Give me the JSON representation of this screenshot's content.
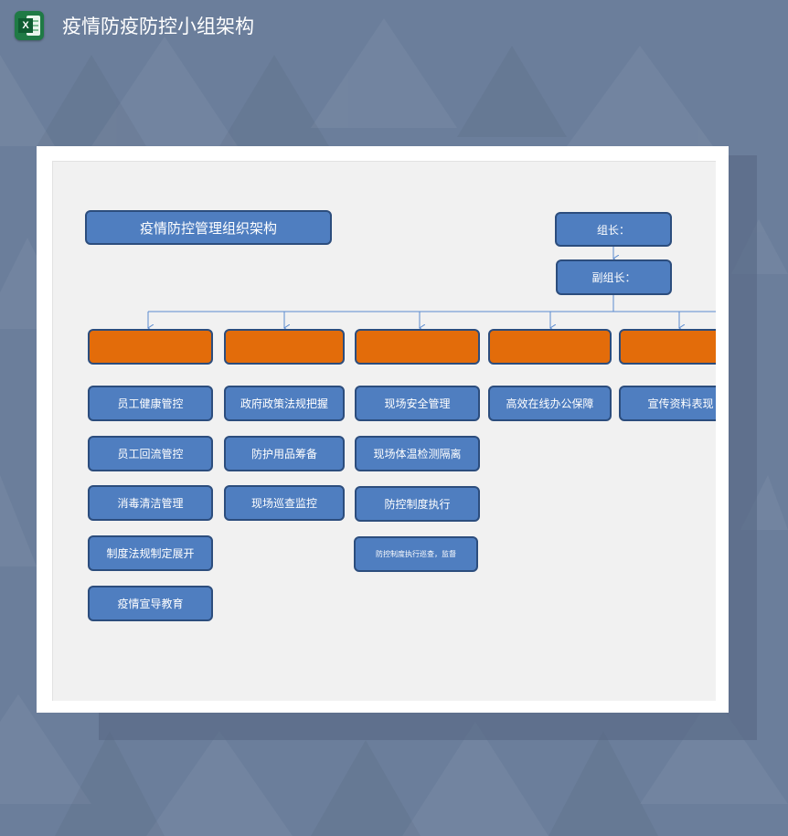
{
  "header": {
    "app_icon": "excel-icon",
    "app_icon_letter": "X",
    "title": "疫情防疫防控小组架构"
  },
  "diagram": {
    "title": "疫情防控管理组织架构",
    "leader": "组长：",
    "deputy": "副组长：",
    "columns": [
      {
        "header": "",
        "items": [
          "员工健康管控",
          "员工回流管控",
          "消毒清洁管理",
          "制度法规制定展开",
          "疫情宣导教育"
        ]
      },
      {
        "header": "",
        "items": [
          "政府政策法规把握",
          "防护用品筹备",
          "现场巡查监控"
        ]
      },
      {
        "header": "",
        "items": [
          "现场安全管理",
          "现场体温检测隔离",
          "防控制度执行",
          "防控制度执行巡查，监督"
        ]
      },
      {
        "header": "",
        "items": [
          "高效在线办公保障"
        ]
      },
      {
        "header": "",
        "items": [
          "宣传资料表现"
        ]
      }
    ]
  },
  "colors": {
    "background": "#6b7e9b",
    "box_fill": "#4f7ec0",
    "box_border": "#2c4d7d",
    "header_box_fill": "#e36c0a",
    "connector": "#5b8bd0",
    "sheet": "#f1f1f1"
  }
}
